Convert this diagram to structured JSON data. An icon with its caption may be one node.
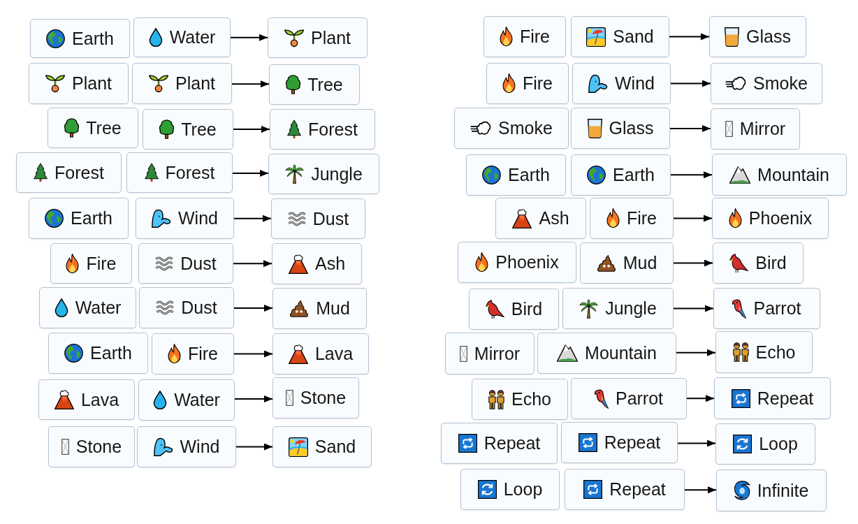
{
  "diagram": {
    "nodes": [
      {
        "text": [
          "Earth"
        ]
      },
      {
        "text": [
          "Water"
        ]
      },
      {
        "text": [
          "Plant"
        ]
      },
      {
        "text": [
          "Plant"
        ]
      },
      {
        "text": [
          "Plant"
        ]
      },
      {
        "text": [
          "Tree"
        ]
      },
      {
        "text": [
          "Tree"
        ]
      },
      {
        "text": [
          "Tree"
        ]
      },
      {
        "text": [
          "Forest"
        ]
      },
      {
        "text": [
          "Forest"
        ]
      },
      {
        "text": [
          "Forest"
        ]
      },
      {
        "text": [
          "Jungle"
        ]
      },
      {
        "text": [
          "Earth"
        ]
      },
      {
        "text": [
          "Wind"
        ]
      },
      {
        "text": [
          "Dust"
        ]
      },
      {
        "text": [
          "Fire"
        ]
      },
      {
        "text": [
          "Dust"
        ]
      },
      {
        "text": [
          "Ash"
        ]
      },
      {
        "text": [
          "Water"
        ]
      },
      {
        "text": [
          "Dust"
        ]
      },
      {
        "text": [
          "Mud"
        ]
      },
      {
        "text": [
          "Earth"
        ]
      },
      {
        "text": [
          "Fire"
        ]
      },
      {
        "text": [
          "Lava"
        ]
      },
      {
        "text": [
          "Lava"
        ]
      },
      {
        "text": [
          "Water"
        ]
      },
      {
        "text": [
          "Stone"
        ]
      },
      {
        "text": [
          "Stone"
        ]
      },
      {
        "text": [
          "Wind"
        ]
      },
      {
        "text": [
          "Sand"
        ]
      },
      {
        "text": [
          "Fire"
        ]
      },
      {
        "text": [
          "Sand"
        ]
      },
      {
        "text": [
          "Glass"
        ]
      },
      {
        "text": [
          "Fire"
        ]
      },
      {
        "text": [
          "Wind"
        ]
      },
      {
        "text": [
          "Smoke"
        ]
      },
      {
        "text": [
          "Smoke"
        ]
      },
      {
        "text": [
          "Glass"
        ]
      },
      {
        "text": [
          "Mirror"
        ]
      },
      {
        "text": [
          "Earth"
        ]
      },
      {
        "text": [
          "Earth"
        ]
      },
      {
        "text": [
          "Mountain"
        ]
      },
      {
        "text": [
          "Ash"
        ]
      },
      {
        "text": [
          "Fire"
        ]
      },
      {
        "text": [
          "Phoenix"
        ]
      },
      {
        "text": [
          "Phoenix"
        ]
      },
      {
        "text": [
          "Mud"
        ]
      },
      {
        "text": [
          "Bird"
        ]
      },
      {
        "text": [
          "Bird"
        ]
      },
      {
        "text": [
          "Jungle"
        ]
      },
      {
        "text": [
          "Parrot"
        ]
      },
      {
        "text": [
          "Mirror"
        ]
      },
      {
        "text": [
          "Mountain"
        ]
      },
      {
        "text": [
          "Echo"
        ]
      },
      {
        "text": [
          "Echo"
        ]
      },
      {
        "text": [
          "Parrot"
        ]
      },
      {
        "text": [
          "Repeat"
        ]
      },
      {
        "text": [
          "Repeat"
        ]
      },
      {
        "text": [
          "Repeat"
        ]
      },
      {
        "text": [
          "Loop"
        ]
      },
      {
        "text": [
          "Loop"
        ]
      },
      {
        "text": [
          "Repeat"
        ]
      },
      {
        "text": [
          "Infinite"
        ]
      }
    ],
    "edges": [
      {
        "from": 1,
        "to": 2,
        "arrow": "to"
      },
      {
        "from": 4,
        "to": 5,
        "arrow": "to"
      },
      {
        "from": 7,
        "to": 8,
        "arrow": "to"
      },
      {
        "from": 10,
        "to": 11,
        "arrow": "to"
      },
      {
        "from": 13,
        "to": 14,
        "arrow": "to"
      },
      {
        "from": 16,
        "to": 17,
        "arrow": "to"
      },
      {
        "from": 19,
        "to": 20,
        "arrow": "to"
      },
      {
        "from": 22,
        "to": 23,
        "arrow": "to"
      },
      {
        "from": 25,
        "to": 26,
        "arrow": "to"
      },
      {
        "from": 28,
        "to": 29,
        "arrow": "to"
      },
      {
        "from": 31,
        "to": 32,
        "arrow": "to"
      },
      {
        "from": 34,
        "to": 35,
        "arrow": "to"
      },
      {
        "from": 37,
        "to": 38,
        "arrow": "to"
      },
      {
        "from": 40,
        "to": 41,
        "arrow": "to"
      },
      {
        "from": 43,
        "to": 44,
        "arrow": "to"
      },
      {
        "from": 46,
        "to": 47,
        "arrow": "to"
      },
      {
        "from": 49,
        "to": 50,
        "arrow": "to"
      },
      {
        "from": 52,
        "to": 53,
        "arrow": "to"
      },
      {
        "from": 55,
        "to": 56,
        "arrow": "to"
      },
      {
        "from": 58,
        "to": 59,
        "arrow": "to"
      },
      {
        "from": 61,
        "to": 62,
        "arrow": "to"
      }
    ]
  }
}
